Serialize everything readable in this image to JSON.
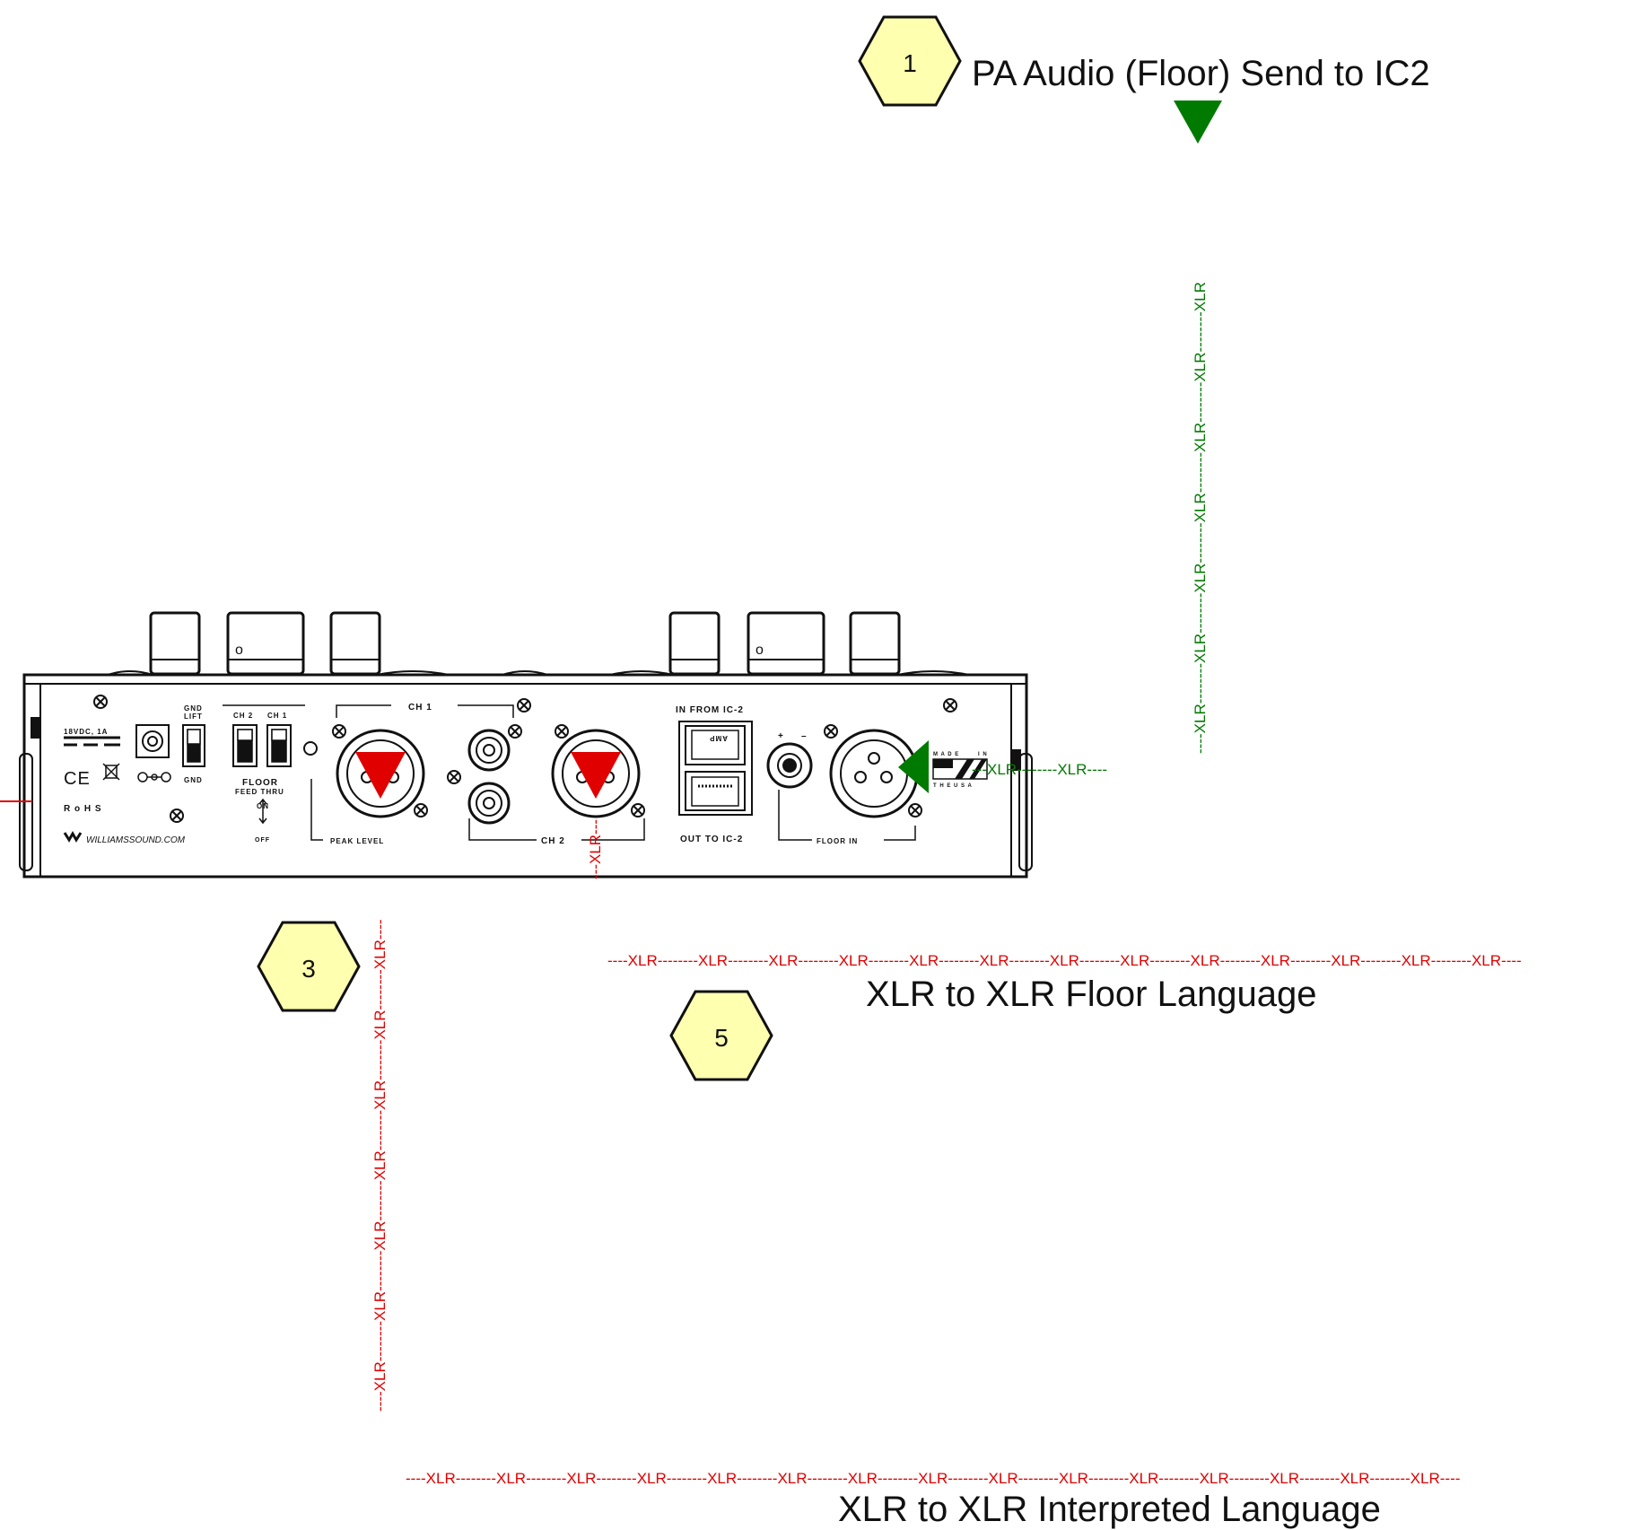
{
  "callouts": {
    "one": {
      "number": "1",
      "label": "PA Audio (Floor) Send to IC2"
    },
    "three": {
      "number": "3"
    },
    "five": {
      "number": "5",
      "label": "XLR to XLR Floor Language"
    },
    "interpreted": {
      "label": "XLR to XLR Interpreted Language"
    }
  },
  "cables": {
    "vertical_text": "----XLR--------XLR--------XLR--------XLR--------XLR--------XLR--------XLR",
    "floor_in_text": "---XLR--------XLR----",
    "floor_language_text": "----XLR--------XLR--------XLR--------XLR--------XLR--------XLR--------XLR--------XLR--------XLR--------XLR--------XLR--------XLR--------XLR----",
    "interpreted_text": "----XLR--------XLR--------XLR--------XLR--------XLR--------XLR--------XLR--------XLR--------XLR--------XLR--------XLR--------XLR--------XLR--------XLR--------XLR----",
    "ch1_text": "----XLR--------XLR--------XLR--------XLR--------XLR--------XLR--------XLR----",
    "ch2_text": "---XLR---"
  },
  "device": {
    "power_rating": "18VDC, 1A",
    "ce_mark": "CE",
    "rohs": "R o H S",
    "website": "WILLIAMSSOUND.COM",
    "gnd_lift": [
      "GND",
      "LIFT"
    ],
    "gnd": "GND",
    "ch2_switch": "CH 2",
    "ch1_switch": "CH 1",
    "floor": "FLOOR",
    "feed_thru": "FEED THRU",
    "on": "ON",
    "off": "OFF",
    "ch1_group": "CH 1",
    "peak_level": "PEAK LEVEL",
    "ch2_group": "CH 2",
    "in_from_ic2": "IN FROM IC-2",
    "amp": "AMP",
    "out_to_ic2": "OUT TO IC-2",
    "floor_in": "FLOOR IN",
    "polarity_plus": "+",
    "polarity_minus": "–",
    "made_in": [
      "M A D E",
      "I N"
    ],
    "the_usa": "T H E   U S A",
    "knob_mark": "o"
  },
  "colors": {
    "send_green": "#007a00",
    "receive_red": "#e00000",
    "hexagon_fill": "#ffffb0"
  }
}
